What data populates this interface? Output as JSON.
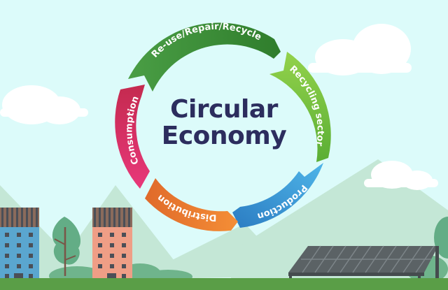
{
  "title": {
    "line1": "Circular",
    "line2": "Economy"
  },
  "cycle": [
    {
      "label": "Re-use/Repair/Recycle",
      "color": "#3e8f3a"
    },
    {
      "label": "Recycling sector",
      "color": "#7cc340"
    },
    {
      "label": "Production",
      "color": "#3a97d8"
    },
    {
      "label": "Distribution",
      "color": "#ee7a2e"
    },
    {
      "label": "Consumption",
      "color": "#db2f61"
    }
  ],
  "colors": {
    "sky": "#dcfbfa",
    "mountain": "#c4e7d6",
    "ground": "#5a9e47",
    "title": "#2c2d5e",
    "cloud": "#ffffff",
    "solar_panel": "#5b6265",
    "building_blue": "#5aa6cf",
    "building_salmon": "#ef9e86"
  }
}
